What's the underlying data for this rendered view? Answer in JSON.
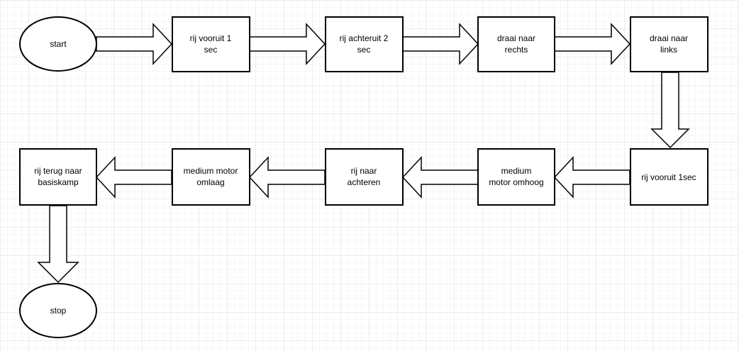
{
  "nodes": {
    "start": "start",
    "rij_vooruit_1_sec": [
      "rij vooruit 1",
      "sec"
    ],
    "rij_achteruit_2_sec": [
      "rij achteruit 2",
      "sec"
    ],
    "draai_naar_rechts": [
      "draai naar",
      "rechts"
    ],
    "draai_naar_links": [
      "draai naar",
      "links"
    ],
    "rij_vooruit_1sec": "rij vooruit 1sec",
    "medium_motor_omhoog": [
      "medium",
      "motor omhoog"
    ],
    "rij_naar_achteren": [
      "rij naar",
      "achteren"
    ],
    "medium_motor_omlaag": [
      "medium motor",
      "omlaag"
    ],
    "rij_terug_naar_basiskamp": [
      "rij terug naar",
      "basiskamp"
    ],
    "stop": "stop"
  },
  "colors": {
    "stroke": "#000000",
    "fill": "#ffffff",
    "grid": "#ececf3"
  }
}
